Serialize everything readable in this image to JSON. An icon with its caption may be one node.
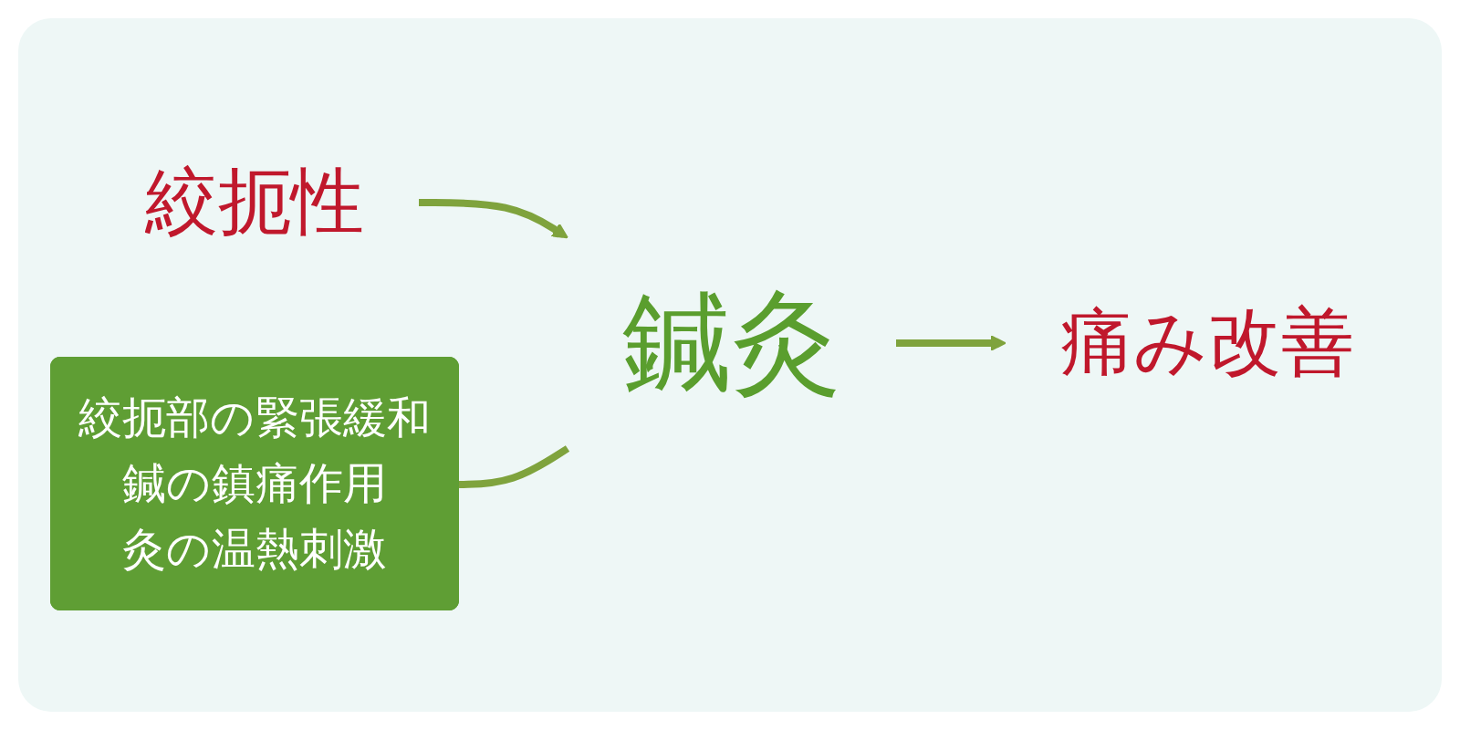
{
  "diagram": {
    "nodes": [
      {
        "text": [
          "絞扼性"
        ]
      },
      {
        "text": [
          "鍼灸"
        ]
      },
      {
        "text": [
          "痛み改善"
        ]
      },
      {
        "text": [
          "絞扼部の緊張緩和",
          "鍼の鎮痛作用",
          "灸の温熱刺激"
        ]
      }
    ],
    "edges": [
      {
        "from": 0,
        "to": 1,
        "arrow": "to"
      },
      {
        "from": 1,
        "to": 2,
        "arrow": "to"
      },
      {
        "from": 3,
        "to": 1,
        "arrow": "none"
      }
    ]
  }
}
